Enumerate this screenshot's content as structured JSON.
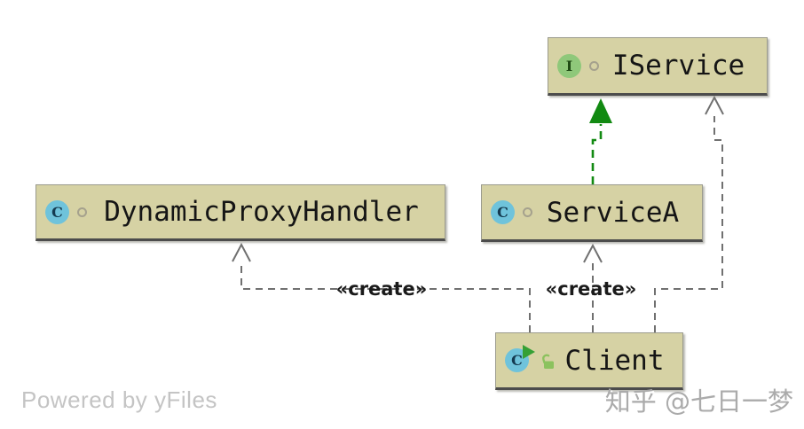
{
  "diagram": {
    "nodes": [
      {
        "id": "iservice",
        "label": "IService",
        "kind": "interface",
        "icon_letter": "I"
      },
      {
        "id": "dynamicproxyhandler",
        "label": "DynamicProxyHandler",
        "kind": "class",
        "icon_letter": "C"
      },
      {
        "id": "servicea",
        "label": "ServiceA",
        "kind": "class",
        "icon_letter": "C"
      },
      {
        "id": "client",
        "label": "Client",
        "kind": "class-runnable",
        "icon_letter": "C"
      }
    ],
    "edges": [
      {
        "from": "ServiceA",
        "to": "IService",
        "type": "implements",
        "label": ""
      },
      {
        "from": "Client",
        "to": "DynamicProxyHandler",
        "type": "create-dependency",
        "label": "«create»"
      },
      {
        "from": "Client",
        "to": "ServiceA",
        "type": "create-dependency",
        "label": "«create»"
      },
      {
        "from": "Client",
        "to": "IService",
        "type": "dependency",
        "label": ""
      }
    ],
    "colors": {
      "node_fill": "#d6d2a4",
      "node_border": "#9b9b8d",
      "node_bottom_bar": "#4c4c4c",
      "implements_green": "#128a12",
      "dependency_gray": "#707070",
      "class_icon": "#6fc3db",
      "interface_icon": "#8fc87a",
      "run_overlay_green": "#35a035",
      "lock_green": "#8cc25e"
    }
  },
  "footer": {
    "powered_by": "Powered by yFiles",
    "watermark": "知乎 @七日一梦"
  }
}
